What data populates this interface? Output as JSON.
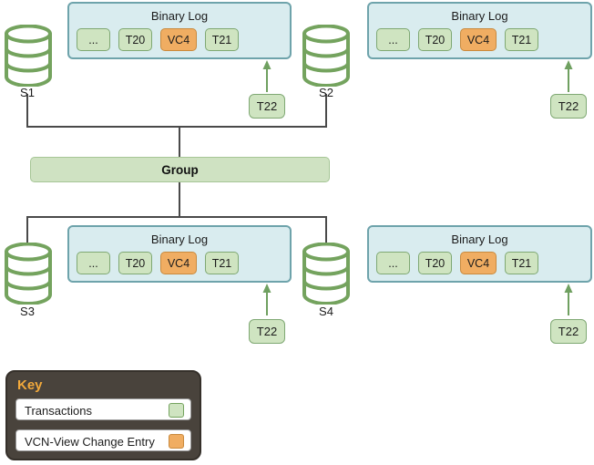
{
  "colors": {
    "binlog_fill": "#d9ecef",
    "binlog_border": "#6ea3ab",
    "txn_fill": "#cfe4c1",
    "txn_border": "#7fa873",
    "vc_fill": "#f0ad62",
    "vc_border": "#c98a3e",
    "group_fill": "#cfe2c2",
    "group_border": "#a6c696",
    "cylinder": "#74a35e",
    "arrow": "#6fa060",
    "connector": "#4a4a4a",
    "key_bg": "#49433c",
    "key_title": "#f2a93b"
  },
  "diagram": {
    "group_label": "Group",
    "servers": [
      {
        "label": "S1"
      },
      {
        "label": "S2"
      },
      {
        "label": "S3"
      },
      {
        "label": "S4"
      }
    ],
    "logs": [
      {
        "title": "Binary Log",
        "entries": [
          {
            "label": "...",
            "type": "transaction"
          },
          {
            "label": "T20",
            "type": "transaction"
          },
          {
            "label": "VC4",
            "type": "view-change"
          },
          {
            "label": "T21",
            "type": "transaction"
          }
        ],
        "incoming": {
          "label": "T22",
          "type": "transaction"
        }
      },
      {
        "title": "Binary Log",
        "entries": [
          {
            "label": "...",
            "type": "transaction"
          },
          {
            "label": "T20",
            "type": "transaction"
          },
          {
            "label": "VC4",
            "type": "view-change"
          },
          {
            "label": "T21",
            "type": "transaction"
          }
        ],
        "incoming": {
          "label": "T22",
          "type": "transaction"
        }
      },
      {
        "title": "Binary Log",
        "entries": [
          {
            "label": "...",
            "type": "transaction"
          },
          {
            "label": "T20",
            "type": "transaction"
          },
          {
            "label": "VC4",
            "type": "view-change"
          },
          {
            "label": "T21",
            "type": "transaction"
          }
        ],
        "incoming": {
          "label": "T22",
          "type": "transaction"
        }
      },
      {
        "title": "Binary Log",
        "entries": [
          {
            "label": "...",
            "type": "transaction"
          },
          {
            "label": "T20",
            "type": "transaction"
          },
          {
            "label": "VC4",
            "type": "view-change"
          },
          {
            "label": "T21",
            "type": "transaction"
          }
        ],
        "incoming": {
          "label": "T22",
          "type": "transaction"
        }
      }
    ]
  },
  "key": {
    "title": "Key",
    "items": [
      {
        "label": "Transactions",
        "type": "transaction"
      },
      {
        "label": "VCN-View Change Entry",
        "type": "view-change"
      }
    ]
  }
}
